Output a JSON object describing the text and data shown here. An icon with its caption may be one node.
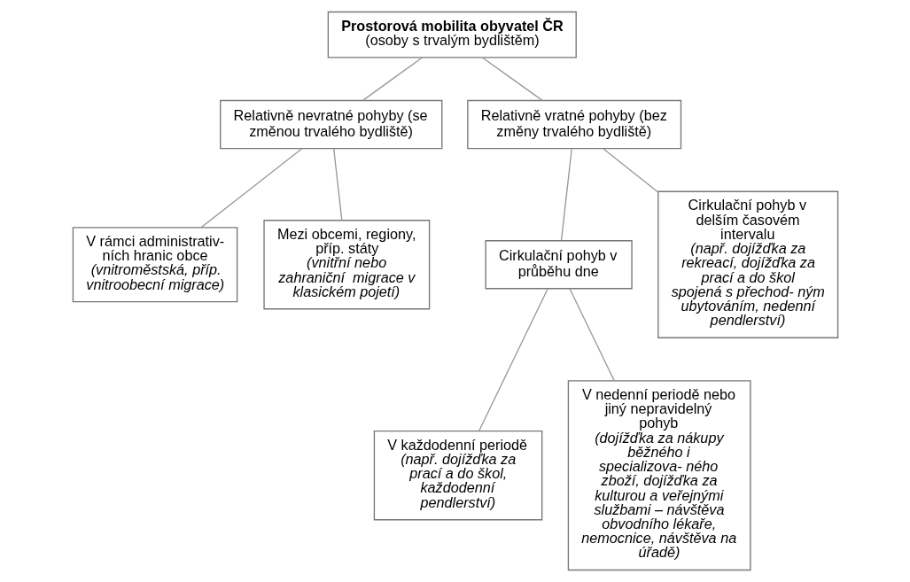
{
  "diagram": {
    "nodes": [
      {
        "text": [
          "Prostorová mobilita obyvatel ČR",
          "(osoby s trvalým bydlištěm)"
        ]
      },
      {
        "text": [
          "Relativně nevratné pohyby (se změnou trvalého bydliště)"
        ]
      },
      {
        "text": [
          "Relativně vratné pohyby (bez změny trvalého bydliště)"
        ]
      },
      {
        "text": [
          "V rámci administrativ- ních hranic obce",
          "(vnitroměstská, příp. vnitroobecní migrace)"
        ]
      },
      {
        "text": [
          "Mezi obcemi, regiony, příp. státy",
          "(vnitřní nebo zahraniční  migrace v klasickém pojetí)"
        ]
      },
      {
        "text": [
          "Cirkulační pohyb v průběhu dne"
        ]
      },
      {
        "text": [
          "Cirkulační pohyb v delším časovém intervalu",
          "(např. dojížďka za rekreací, dojížďka za prací a do škol spojená s přechod- ným ubytováním, nedenní pendlerství)"
        ]
      },
      {
        "text": [
          "V každodenní periodě",
          "(např. dojížďka za prací a do škol, každodenní pendlerství)"
        ]
      },
      {
        "text": [
          "V nedenní periodě nebo jiný nepravidelný pohyb",
          "(dojížďka za nákupy běžného i specializova- ného zboží, dojížďka za kulturou a veřejnými službami – návštěva obvodního lékaře, nemocnice, návštěva na úřadě)"
        ]
      }
    ],
    "edges": [
      {
        "from": 0,
        "to": 1,
        "arrow": "none"
      },
      {
        "from": 0,
        "to": 2,
        "arrow": "none"
      },
      {
        "from": 1,
        "to": 3,
        "arrow": "none"
      },
      {
        "from": 1,
        "to": 4,
        "arrow": "none"
      },
      {
        "from": 2,
        "to": 5,
        "arrow": "none"
      },
      {
        "from": 2,
        "to": 6,
        "arrow": "none"
      },
      {
        "from": 5,
        "to": 7,
        "arrow": "none"
      },
      {
        "from": 5,
        "to": 8,
        "arrow": "none"
      }
    ]
  }
}
